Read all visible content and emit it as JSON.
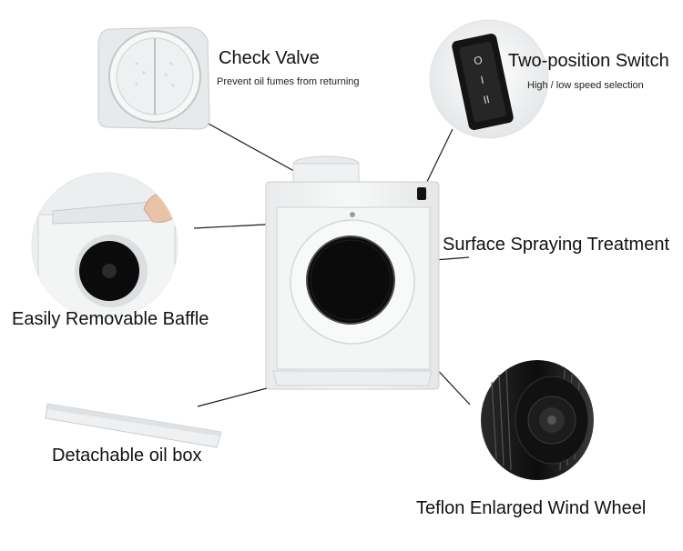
{
  "features": {
    "check_valve": {
      "title": "Check Valve",
      "subtitle": "Prevent oil fumes from returning"
    },
    "switch": {
      "title": "Two-position Switch",
      "subtitle": "High / low speed selection",
      "switch_marks": [
        "O",
        "I",
        "II"
      ]
    },
    "surface": {
      "title": "Surface Spraying Treatment"
    },
    "baffle": {
      "title": "Easily Removable Baffle"
    },
    "oil_box": {
      "title": "Detachable oil box"
    },
    "wind_wheel": {
      "title": "Teflon Enlarged Wind Wheel"
    }
  },
  "colors": {
    "housing": "#f2f3f3",
    "panel": "#f7f7f7",
    "fan_opening": "#0b0b0b",
    "switch_body": "#111111",
    "leader_line": "#1a1a1a"
  }
}
